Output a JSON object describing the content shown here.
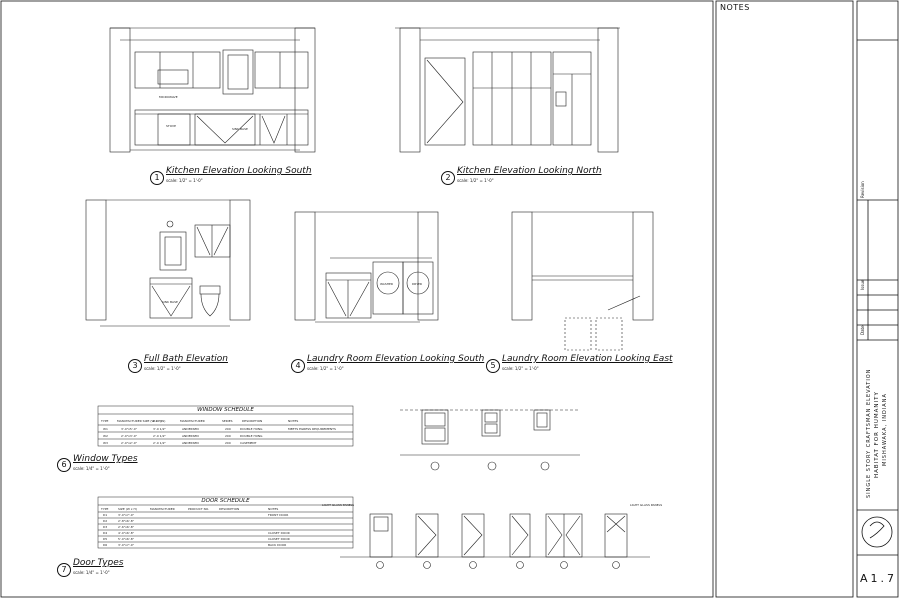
{
  "notes_label": "NOTES",
  "sheet_number": "A1.7",
  "project": {
    "line1": "SINGLE STORY CRAFTSMAN ELEVATION",
    "line2": "HABITAT FOR HUMANITY",
    "line3": "MISHAWAKA, INDIANA"
  },
  "titleblock": {
    "revision_label": "Revision",
    "issue_label": "Issue",
    "date_label": "Date"
  },
  "drawings": [
    {
      "num": "1",
      "title": "Kitchen Elevation Looking South",
      "scale": "scale: 1/2\" = 1'-0\""
    },
    {
      "num": "2",
      "title": "Kitchen Elevation Looking North",
      "scale": "scale: 1/2\" = 1'-0\""
    },
    {
      "num": "3",
      "title": "Full Bath Elevation",
      "scale": "scale: 1/2\" = 1'-0\""
    },
    {
      "num": "4",
      "title": "Laundry Room Elevation Looking South",
      "scale": "scale: 1/2\" = 1'-0\""
    },
    {
      "num": "5",
      "title": "Laundry Room Elevation Looking East",
      "scale": "scale: 1/2\" = 1'-0\""
    },
    {
      "num": "6",
      "title": "Window Types",
      "scale": "scale: 1/4\" = 1'-0\""
    },
    {
      "num": "7",
      "title": "Door Types",
      "scale": "scale: 1/4\" = 1'-0\""
    }
  ],
  "labels": {
    "microwave": "MICROWAVE",
    "stove": "STOVE",
    "sink_base": "SINK BASE",
    "washer": "WASHER",
    "dryer": "DRYER",
    "light_glass_panels": "LIGHT GLASS PANELS"
  },
  "window_schedule": {
    "title": "WINDOW SCHEDULE",
    "headers": [
      "TYPE",
      "MANUFACTURER SIZE (W x H)",
      "R.O. (W)",
      "MANUFACTURER",
      "SERIES",
      "DESCRIPTION",
      "NOTES"
    ],
    "rows": [
      [
        "W1",
        "3'-0\"x5'-0\"",
        "3'-0 1/2\"",
        "ANDERSEN",
        "200",
        "DOUBLE HUNG",
        "MEETS EGRESS REQUIREMENTS"
      ],
      [
        "W2",
        "2'-0\"x3'-0\"",
        "2'-0 1/2\"",
        "ANDERSEN",
        "200",
        "DOUBLE HUNG",
        ""
      ],
      [
        "W3",
        "2'-0\"x2'-0\"",
        "2'-0 1/2\"",
        "ANDERSEN",
        "200",
        "CASEMENT",
        ""
      ]
    ]
  },
  "door_schedule": {
    "title": "DOOR SCHEDULE",
    "headers": [
      "TYPE",
      "SIZE (W x H)",
      "MANUFACTURER",
      "PRODUCT NO.",
      "DESCRIPTION",
      "NOTES"
    ],
    "rows": [
      [
        "D1",
        "3'-0\"x7'-0\"",
        "",
        "",
        "",
        "FRONT DOOR"
      ],
      [
        "D2",
        "2'-8\"x6'-8\"",
        "",
        "",
        "",
        ""
      ],
      [
        "D3",
        "2'-6\"x6'-8\"",
        "",
        "",
        "",
        ""
      ],
      [
        "D4",
        "4'-0\"x6'-8\"",
        "",
        "",
        "",
        "CLOSET DOOR"
      ],
      [
        "D5",
        "5'-0\"x6'-8\"",
        "",
        "",
        "",
        "CLOSET DOOR"
      ],
      [
        "D6",
        "3'-0\"x7'-0\"",
        "",
        "",
        "",
        "BACK DOOR"
      ]
    ]
  }
}
